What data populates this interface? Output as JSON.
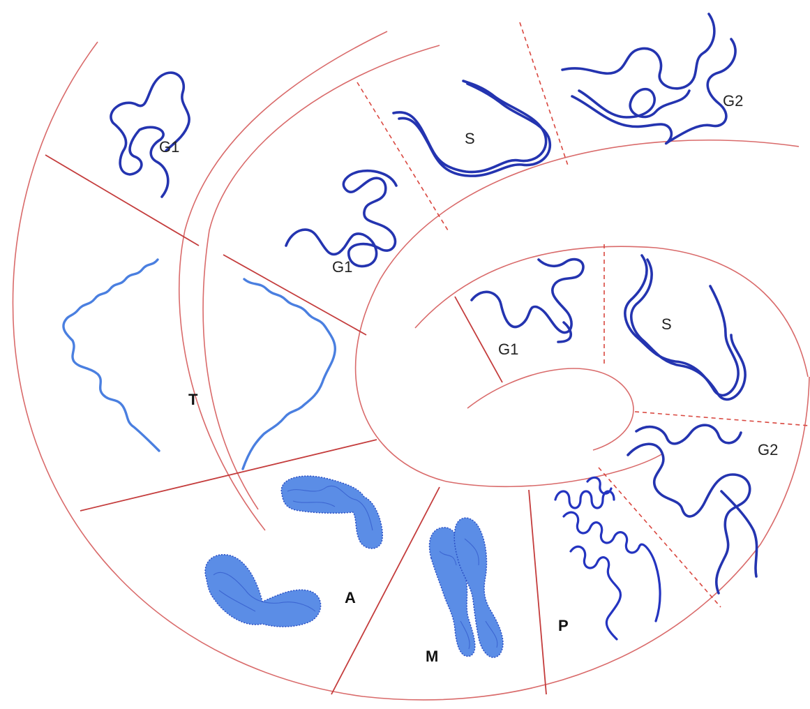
{
  "phase_labels": {
    "g1_outer": "G1",
    "g1_middle": "G1",
    "g1_inner": "G1",
    "s_middle": "S",
    "s_inner": "S",
    "g2_top": "G2",
    "g2_inner": "G2",
    "telophase": "T",
    "anaphase": "A",
    "metaphase": "M",
    "prophase": "P"
  },
  "colors": {
    "boundary": "#d96a6a",
    "chromatin_dark": "#2434b0",
    "chromatin_light": "#4a7fe0",
    "condensed_fill": "#5b8de6"
  }
}
